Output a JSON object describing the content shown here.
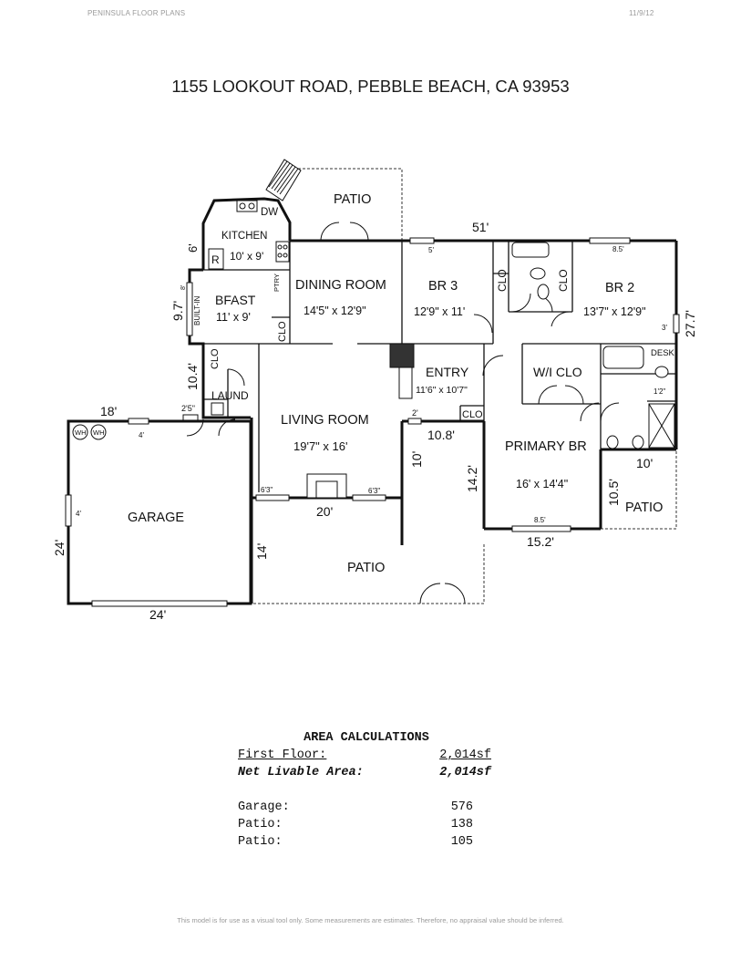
{
  "header": {
    "left": "PENINSULA FLOOR PLANS",
    "right": "11/9/12"
  },
  "title": "1155 LOOKOUT ROAD, PEBBLE BEACH, CA  93953",
  "rooms": {
    "kitchen": "KITCHEN",
    "kitchen_dim": "10' x 9'",
    "dw": "DW",
    "refrigerator": "R",
    "pantry": "PTRY",
    "bfast": "BFAST",
    "bfast_dim": "11' x 9'",
    "built_in": "BUILT-IN",
    "dining": "DINING ROOM",
    "dining_dim": "14'5\" x 12'9\"",
    "br3": "BR 3",
    "br3_dim": "12'9\" x 11'",
    "br2": "BR 2",
    "br2_dim": "13'7\" x 12'9\"",
    "clo": "CLO",
    "wi_clo": "W/I CLO",
    "desk": "DESK",
    "entry": "ENTRY",
    "entry_dim": "11'6\" x 10'7\"",
    "laund": "LAUND",
    "living": "LIVING ROOM",
    "living_dim": "19'7\" x 16'",
    "primary": "PRIMARY BR",
    "primary_dim": "16' x 14'4\"",
    "garage": "GARAGE",
    "patio": "PATIO",
    "wh": "WH"
  },
  "dims": {
    "d51": "51'",
    "d6": "6'",
    "d97": "9.7'",
    "d8small": "8'",
    "d104": "10.4'",
    "d25": "2'5\"",
    "d18": "18'",
    "d4": "4'",
    "d24v": "24'",
    "d24h": "24'",
    "d14": "14'",
    "d20": "20'",
    "d63a": "6'3\"",
    "d63b": "6'3\"",
    "d2": "2'",
    "d108": "10.8'",
    "d10v": "10'",
    "d142": "14.2'",
    "d152": "15.2'",
    "d85a": "8.5'",
    "d85b": "8.5'",
    "d5": "5'",
    "d3": "3'",
    "d277": "27.7'",
    "d12": "1'2\"",
    "d10h": "10'",
    "d105": "10.5'"
  },
  "area": {
    "heading": "AREA CALCULATIONS",
    "first_floor_label": "First  Floor:",
    "first_floor_value": "2,014sf",
    "net_label": "Net Livable Area:",
    "net_value": "2,014sf",
    "garage_label": "Garage:",
    "garage_value": "576",
    "patio1_label": "Patio:",
    "patio1_value": "138",
    "patio2_label": "Patio:",
    "patio2_value": "105"
  },
  "footer": "This model is for use as a visual tool only.  Some measurements are estimates.  Therefore, no appraisal value should be inferred."
}
